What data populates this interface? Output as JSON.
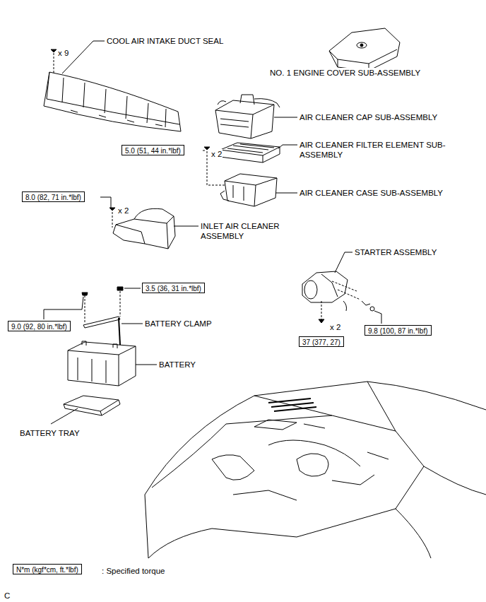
{
  "diagram": {
    "nodes": [
      {
        "text": [
          "5.0 (51, 44 in.*lbf)"
        ]
      },
      {
        "text": [
          "8.0 (82, 71 in.*lbf)"
        ]
      },
      {
        "text": [
          "3.5 (36, 31 in.*lbf)"
        ]
      },
      {
        "text": [
          "9.0 (92, 80 in.*lbf)"
        ]
      },
      {
        "text": [
          "9.8 (100, 87 in.*lbf)"
        ]
      },
      {
        "text": [
          "37 (377, 27)"
        ]
      },
      {
        "text": [
          "N*m (kgf*cm, ft.*lbf)"
        ]
      }
    ],
    "labels": [
      "x 9",
      "COOL AIR INTAKE DUCT SEAL",
      "NO. 1 ENGINE COVER SUB-ASSEMBLY",
      "AIR CLEANER CAP SUB-ASSEMBLY",
      "AIR CLEANER FILTER ELEMENT SUB-ASSEMBLY",
      "x 2",
      "AIR CLEANER CASE SUB-ASSEMBLY",
      "x 2",
      "INLET AIR CLEANER ASSEMBLY",
      "STARTER ASSEMBLY",
      "BATTERY CLAMP",
      "x 2",
      "BATTERY",
      "BATTERY TRAY",
      ": Specified torque",
      "C"
    ]
  }
}
